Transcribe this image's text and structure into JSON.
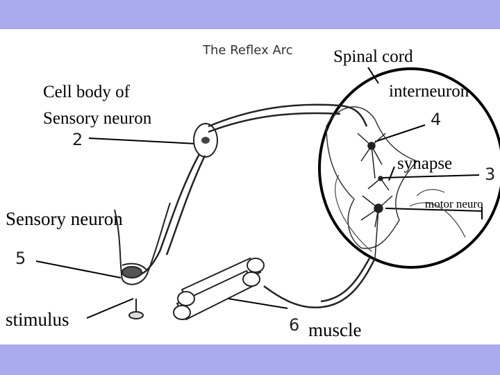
{
  "diagram": {
    "title": "The Reflex Arc",
    "labels": {
      "spinal_cord": "Spinal cord",
      "cell_body_line1": "Cell body of",
      "cell_body_line2": "Sensory neuron",
      "interneuron": "interneuron",
      "synapse": "synapse",
      "motor_neuron": "motor neuro",
      "sensory_neuron": "Sensory neuron",
      "stimulus": "stimulus",
      "muscle": "muscle"
    },
    "numbers": {
      "n2": "2",
      "n3": "3",
      "n4": "4",
      "n5": "5",
      "n6": "6"
    }
  },
  "colors": {
    "frame": "#aaaaee",
    "background": "#ffffff",
    "ink": "#000000"
  }
}
